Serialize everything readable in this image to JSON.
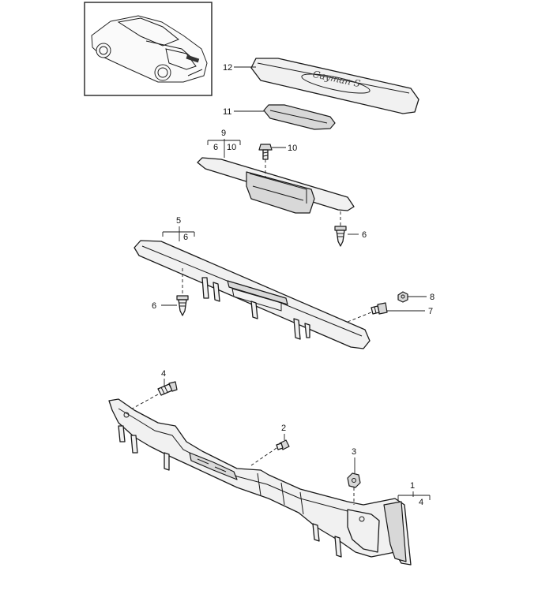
{
  "callouts": {
    "c1": "1",
    "c1_sub": "4",
    "c2": "2",
    "c3": "3",
    "c4": "4",
    "c5": "5",
    "c5_sub": "6",
    "c6a": "6",
    "c6b": "6",
    "c7": "7",
    "c8": "8",
    "c9": "9",
    "c9_sub_a": "6",
    "c9_sub_b": "10",
    "c10": "10",
    "c11": "11",
    "c12": "12"
  },
  "badge_text": "Cayman S"
}
